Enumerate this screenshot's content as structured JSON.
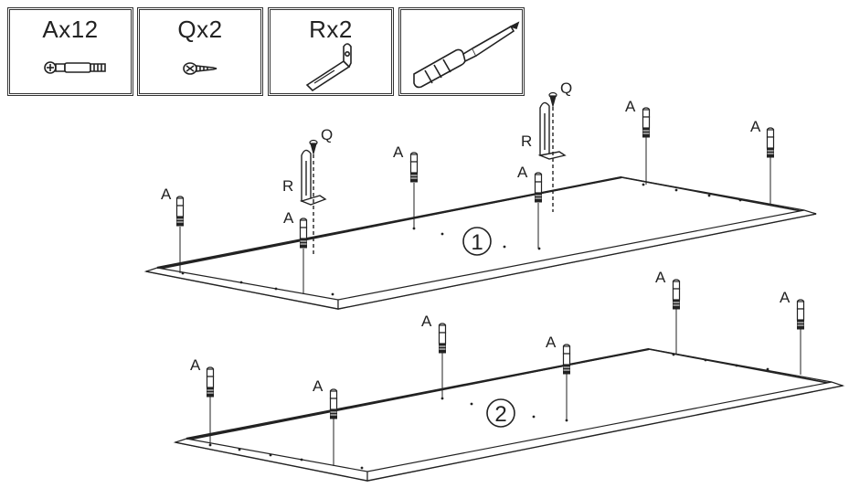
{
  "legend": [
    {
      "label": "Ax12",
      "icon": "dowel-icon"
    },
    {
      "label": "Qx2",
      "icon": "screw-icon"
    },
    {
      "label": "Rx2",
      "icon": "l-bracket-icon"
    },
    {
      "label": "",
      "icon": "screwdriver-icon"
    }
  ],
  "labels": {
    "dowel": "A",
    "screw": "Q",
    "bracket": "R",
    "panel1": "1",
    "panel2": "2"
  }
}
